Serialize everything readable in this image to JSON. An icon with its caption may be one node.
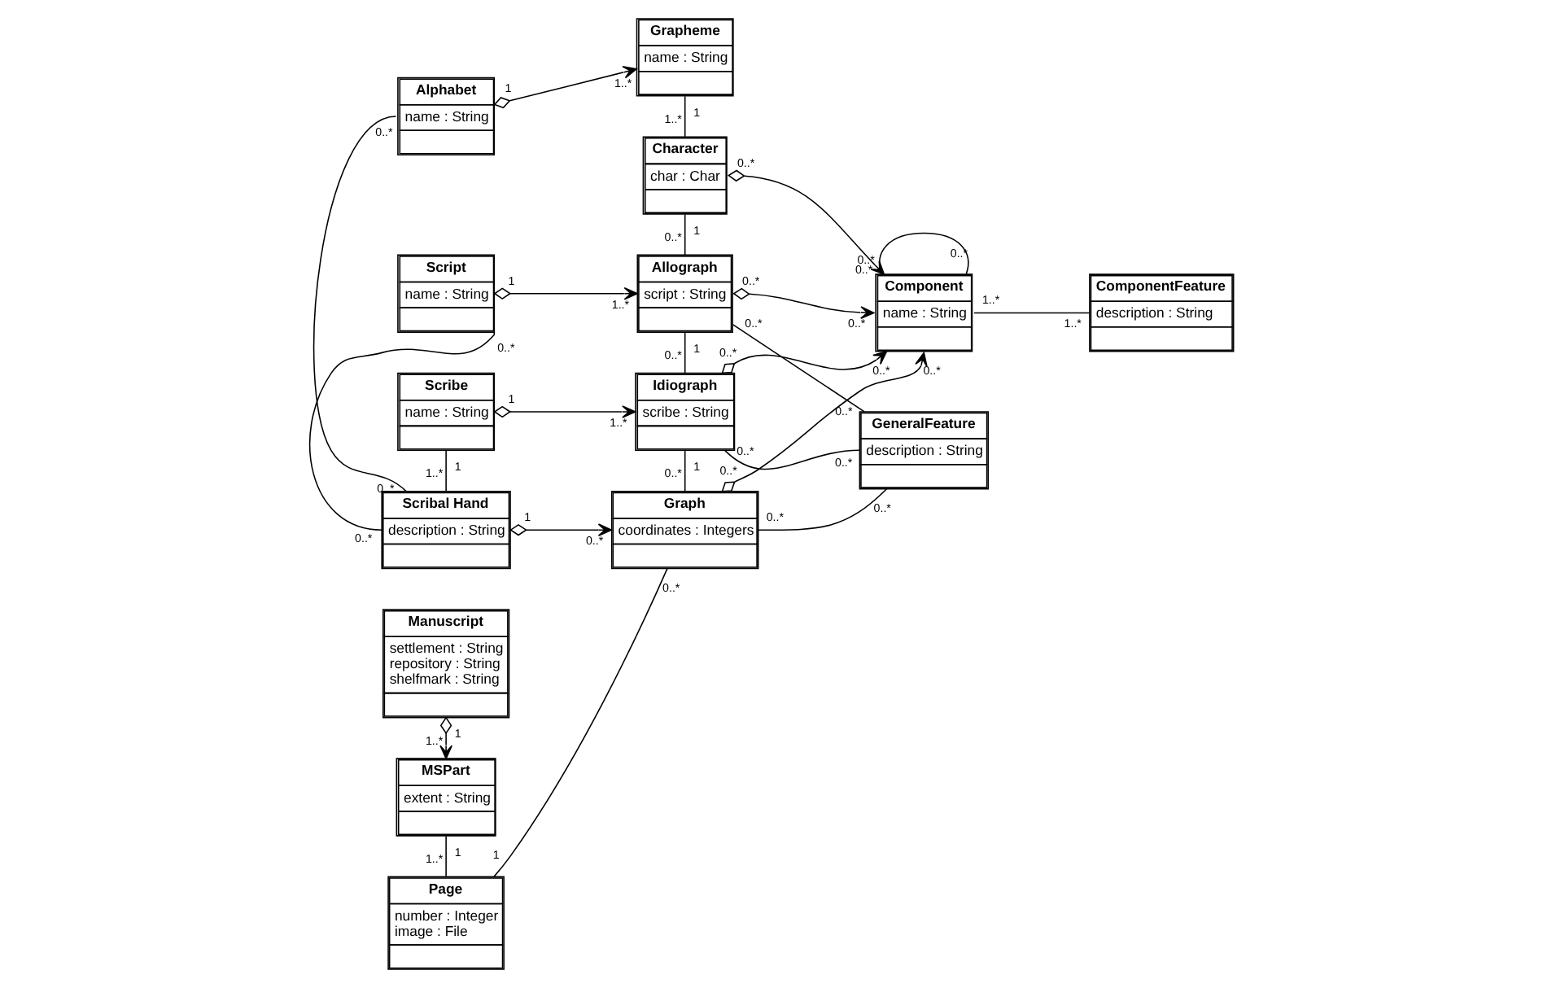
{
  "diagram": {
    "nodes": [
      {
        "text": [
          "Alphabet",
          "name : String"
        ]
      },
      {
        "text": [
          "Grapheme",
          "name : String"
        ]
      },
      {
        "text": [
          "Manuscript",
          "settlement : String",
          "repository : String",
          "shelfmark : String"
        ]
      },
      {
        "text": [
          "Character",
          "char : Char"
        ]
      },
      {
        "text": [
          "Script",
          "name : String"
        ]
      },
      {
        "text": [
          "Allograph",
          "script : String"
        ]
      },
      {
        "text": [
          "Component",
          "name : String"
        ]
      },
      {
        "text": [
          "MSPart",
          "extent : String"
        ]
      },
      {
        "text": [
          "Scribe",
          "name : String"
        ]
      },
      {
        "text": [
          "Idiograph",
          "scribe : String"
        ]
      },
      {
        "text": [
          "GeneralFeature",
          "description : String"
        ]
      },
      {
        "text": [
          "ComponentFeature",
          "description : String"
        ]
      },
      {
        "text": [
          "Scribal Hand",
          "description : String"
        ]
      },
      {
        "text": [
          "Page",
          "number : Integer",
          "image : File"
        ]
      },
      {
        "text": [
          "Graph",
          "coordinates : Integers"
        ]
      }
    ],
    "edges": [
      {
        "from": 0,
        "to": 1,
        "arrow": "to"
      },
      {
        "from": 1,
        "to": 3,
        "arrow": "none"
      },
      {
        "from": 2,
        "to": 7,
        "arrow": "to"
      },
      {
        "from": 3,
        "to": 6,
        "arrow": "to"
      },
      {
        "from": 3,
        "to": 5,
        "arrow": "none"
      },
      {
        "from": 4,
        "to": 5,
        "arrow": "to"
      },
      {
        "from": 5,
        "to": 6,
        "arrow": "to"
      },
      {
        "from": 5,
        "to": 10,
        "arrow": "none"
      },
      {
        "from": 0,
        "to": 12,
        "arrow": "none"
      },
      {
        "from": 4,
        "to": 12,
        "arrow": "none"
      },
      {
        "from": 5,
        "to": 9,
        "arrow": "none"
      },
      {
        "from": 8,
        "to": 9,
        "arrow": "to"
      },
      {
        "from": 9,
        "to": 6,
        "arrow": "to"
      },
      {
        "from": 9,
        "to": 10,
        "arrow": "none"
      },
      {
        "from": 8,
        "to": 12,
        "arrow": "none"
      },
      {
        "from": 9,
        "to": 14,
        "arrow": "none"
      },
      {
        "from": 12,
        "to": 14,
        "arrow": "to"
      },
      {
        "from": 14,
        "to": 6,
        "arrow": "to"
      },
      {
        "from": 10,
        "to": 14,
        "arrow": "none"
      },
      {
        "from": 13,
        "to": 14,
        "arrow": "none"
      },
      {
        "from": 7,
        "to": 13,
        "arrow": "none"
      },
      {
        "from": 6,
        "to": 6,
        "arrow": "none"
      },
      {
        "from": 6,
        "to": 11,
        "arrow": "none"
      }
    ],
    "labels": [
      "1",
      "1..*",
      "1",
      "1..*",
      "1",
      "1..*",
      "0..*",
      "0..*",
      "1",
      "0..*",
      "1",
      "1..*",
      "0..*",
      "0..*",
      "0..*",
      "0..*",
      "0..*",
      "0..*",
      "0..*",
      "0..*",
      "1",
      "0..*",
      "1",
      "1..*",
      "0..*",
      "0..*",
      "0..*",
      "0..*",
      "1",
      "1..*",
      "1",
      "0..*",
      "1",
      "0..*",
      "0..*",
      "0..*",
      "0..*",
      "0..*",
      "1",
      "0..*",
      "1",
      "1..*",
      "0..*",
      "0..*",
      "1..*",
      "1..*"
    ]
  }
}
